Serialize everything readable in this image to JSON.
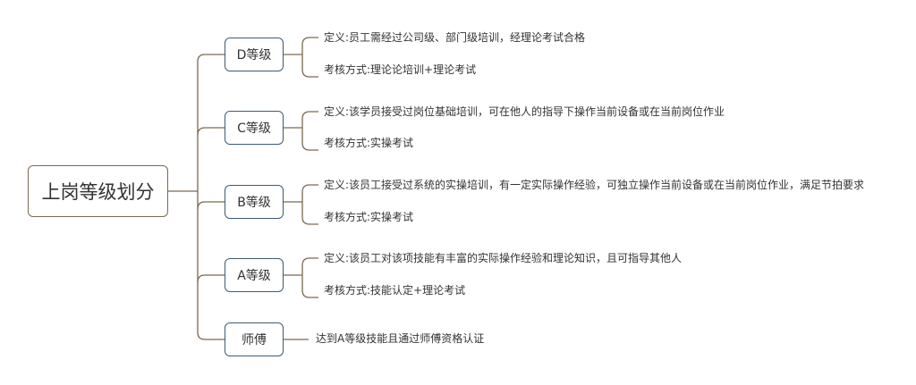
{
  "root": {
    "label": "上岗等级划分"
  },
  "levels": [
    {
      "label": "D等级",
      "items": [
        "定义:员工需经过公司级、部门级培训，经理论考试合格",
        "考核方式:理论论培训+理论考试"
      ]
    },
    {
      "label": "C等级",
      "items": [
        "定义:该学员接受过岗位基础培训，可在他人的指导下操作当前设备或在当前岗位作业",
        "考核方式:实操考试"
      ]
    },
    {
      "label": "B等级",
      "items": [
        "定义:该员工接受过系统的实操培训，有一定实际操作经验，可独立操作当前设备或在当前岗位作业，满足节拍要求",
        "考核方式:实操考试"
      ]
    },
    {
      "label": "A等级",
      "items": [
        "定义:该员工对该项技能有丰富的实际操作经验和理论知识，且可指导其他人",
        "考核方式:技能认定+理论考试"
      ]
    },
    {
      "label": "师傅",
      "items": [
        "达到A等级技能且通过师傅资格认证"
      ]
    }
  ],
  "colors": {
    "root_border": "#7a6a52",
    "node_border": "#3d5a73",
    "line": "#7a6a52",
    "text": "#333333"
  }
}
